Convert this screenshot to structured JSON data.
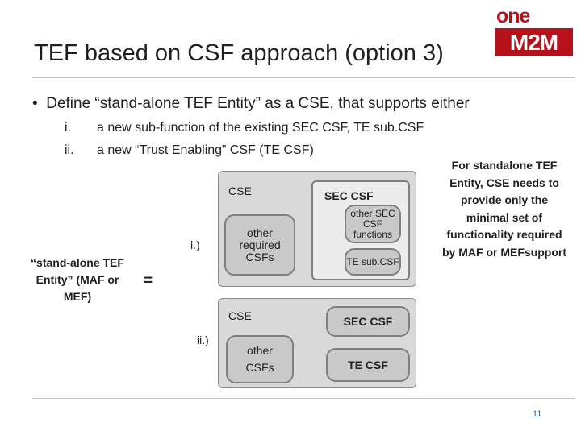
{
  "title": "TEF based on CSF approach (option 3)",
  "logo": {
    "line1": "one",
    "line2": "M2M",
    "brand_color": "#b5121b"
  },
  "bullet": "Define “stand-alone TEF Entity” as a CSE, that supports either",
  "options": [
    {
      "num": "i.",
      "text": "a  new sub-function of the existing SEC CSF, TE sub.CSF"
    },
    {
      "num": "ii.",
      "text": "a new “Trust Enabling” CSF (TE CSF)"
    }
  ],
  "diagram": {
    "entity_label": "“stand-alone TEF Entity” (MAF or MEF)",
    "equals": "=",
    "option_i": {
      "marker": "i.)",
      "cse_label": "CSE",
      "other_csfs": "other required CSFs",
      "sec_csf": "SEC CSF",
      "other_sec_functions": "other SEC CSF functions",
      "te_subcsf": "TE sub.CSF"
    },
    "option_ii": {
      "marker": "ii.)",
      "cse_label": "CSE",
      "other_csfs": "other CSFs",
      "sec_csf": "SEC CSF",
      "te_csf": "TE CSF"
    }
  },
  "note": "For standalone TEF Entity, CSE needs to provide only the minimal set of functionality required by MAF or MEFsupport",
  "page_number": "11"
}
